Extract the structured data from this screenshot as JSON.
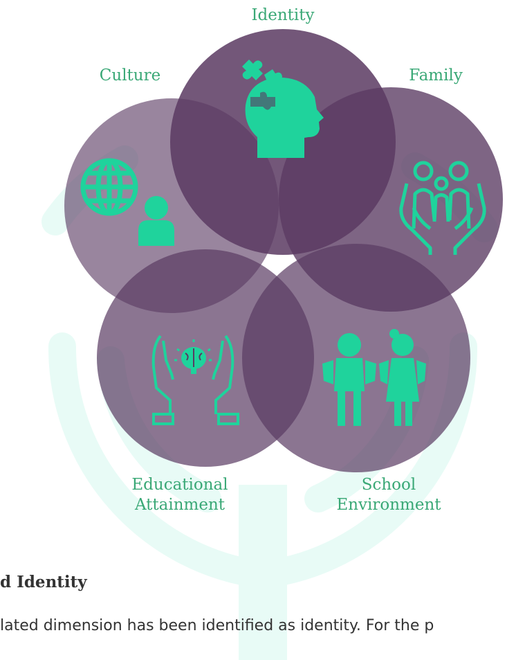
{
  "diagram": {
    "labels": {
      "identity": "Identity",
      "culture": "Culture",
      "family": "Family",
      "educational": [
        "Educational",
        "Attainment"
      ],
      "school": [
        "School",
        "Environment"
      ]
    },
    "icons": {
      "identity": "puzzle-head-icon",
      "culture": "globe-person-icon",
      "family": "family-hands-icon",
      "educational": "brain-hands-icon",
      "school": "children-icon"
    },
    "colors": {
      "circle": "#5a3a62",
      "icon": "#1fd39c",
      "label": "#3aa876",
      "watermark": "#e8fbf6"
    }
  },
  "article": {
    "heading": "d Identity",
    "body": "lated dimension has been identified as identity. For the p"
  }
}
